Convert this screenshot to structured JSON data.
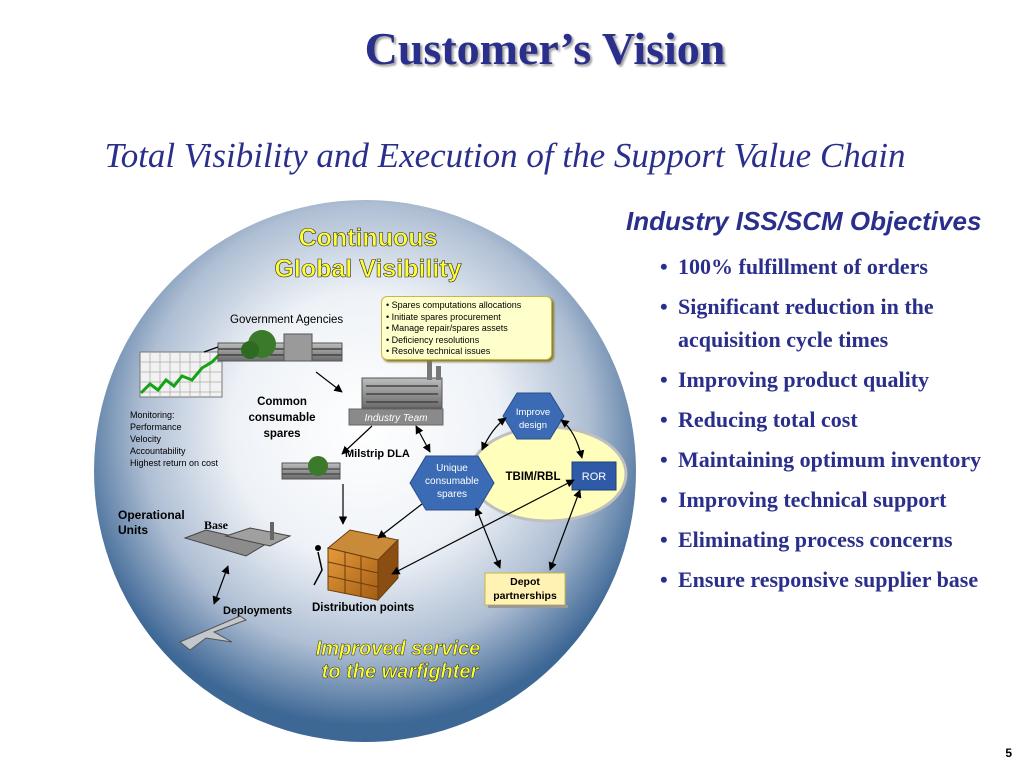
{
  "title": "Customer’s Vision",
  "subtitle": "Total Visibility and Execution of the Support Value Chain",
  "diagram": {
    "header_line1": "Continuous",
    "header_line2": "Global Visibility",
    "government_agencies": "Government Agencies",
    "tasks": [
      "• Spares computations allocations",
      "• Initiate spares procurement",
      "• Manage repair/spares assets",
      "• Deficiency resolutions",
      "• Resolve technical issues"
    ],
    "monitoring": [
      "Monitoring:",
      "Performance",
      "Velocity",
      "Accountability",
      "Highest return on cost"
    ],
    "common_spares": [
      "Common",
      "consumable",
      "spares"
    ],
    "industry_team": "Industry Team",
    "milstrip_dla": "Milstrip DLA",
    "improve_design": [
      "Improve",
      "design"
    ],
    "unique_spares": [
      "Unique",
      "consumable",
      "spares"
    ],
    "tbim_rbl": "TBIM/RBL",
    "ror": "ROR",
    "operational_units": [
      "Operational",
      "Units"
    ],
    "base": "Base",
    "deployments": "Deployments",
    "distribution_points": "Distribution points",
    "depot_partnerships": [
      "Depot",
      "partnerships"
    ],
    "footer_line1": "Improved service",
    "footer_line2": "to the warfighter",
    "colors": {
      "header_yellow": "#ffff33",
      "ror_blue": "#2f5aa8",
      "hexagon_blue": "#3b6bb4",
      "circle_dark": "#3d6795"
    }
  },
  "objectives": {
    "heading": "Industry ISS/SCM Objectives",
    "items": [
      "100% fulfillment of orders",
      "Significant reduction in the acquisition cycle times",
      "Improving product quality",
      "Reducing total cost",
      "Maintaining optimum inventory",
      "Improving technical support",
      "Eliminating process concerns",
      "Ensure responsive supplier base"
    ]
  },
  "page_number": "5"
}
